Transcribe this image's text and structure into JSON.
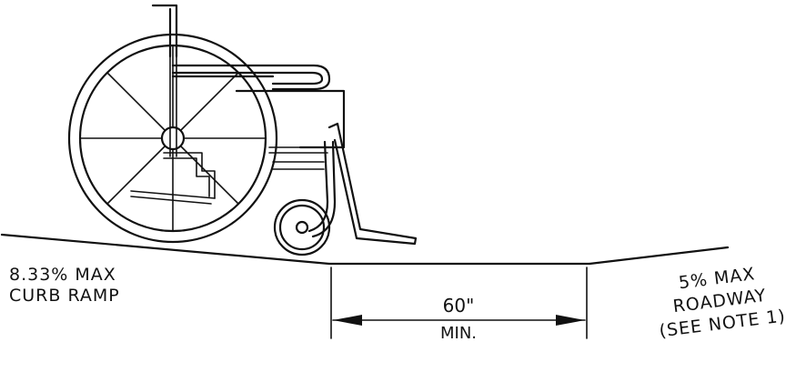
{
  "labels": {
    "curb_ramp_line1": "8.33% MAX",
    "curb_ramp_line2": "CURB RAMP",
    "dimension_value": "60\"",
    "dimension_qualifier": "MIN.",
    "roadway_line1": "5% MAX",
    "roadway_line2": "ROADWAY",
    "roadway_line3": "(SEE NOTE 1)"
  },
  "colors": {
    "ink": "#111111",
    "background": "#ffffff"
  }
}
